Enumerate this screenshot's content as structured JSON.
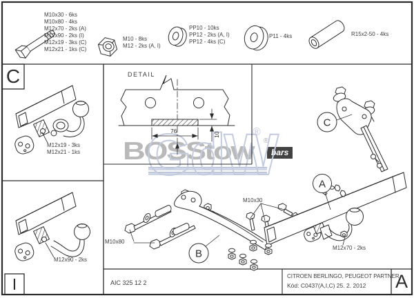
{
  "parts_row": {
    "bolt_sizes": [
      "M10x30 - 6ks",
      "M10x80 - 4ks",
      "M12x70 - 2ks (A)",
      "M12x90 - 2ks (I)",
      "M12x19 - 3ks (C)",
      "M12x21 - 1ks (C)"
    ],
    "nut_sizes": [
      "M10 - 8ks",
      "M12 - 2ks (A, I)"
    ],
    "washer_sizes": [
      "PP10 - 10ks",
      "PP12 - 2ks (A, I)",
      "PP12 - 4ks (C)"
    ],
    "p11_label": "P11 - 4ks",
    "tube_label": "R15x2-50 - 4ks"
  },
  "variant_cells": {
    "c_letter": "C",
    "c_bolt_line1": "M12x19 - 3ks",
    "c_bolt_line2": "M12x21 - 1ks",
    "i_letter": "I",
    "i_bolt_line": "M12x90 - 2ks"
  },
  "detail": {
    "title": "DETAIL",
    "width_mm": "76",
    "height_mm": "10"
  },
  "assembly": {
    "label_m10x80": "M10x80",
    "label_m10x30": "M10x30",
    "label_m12x70": "M12x70 - 2ks",
    "balloon_a": "A",
    "balloon_b": "B",
    "balloon_c": "C"
  },
  "watermark": {
    "brand": "BOSStow",
    "registered": "®",
    "tagline": "bars",
    "ghost_logo": "GdW",
    "ghost_registered": "®"
  },
  "title_block": {
    "drawing_number": "AIC 325 12 2",
    "vehicle": "CITROEN BERLINGO, PEUGEOT PARTNER",
    "code_date": "Kód: C0437(A,I,C)  25. 2. 2012",
    "revision": "A"
  },
  "colors": {
    "line": "#2b2b2b",
    "watermark_gray": "#b9b9b9",
    "ghost_blue": "#c3cbdf",
    "bars_box": "#424242"
  }
}
